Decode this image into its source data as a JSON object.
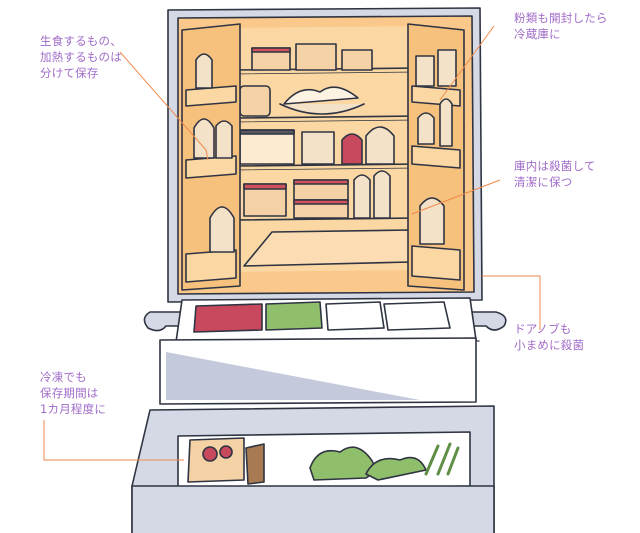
{
  "callouts": {
    "separate_storage": "生食するもの、\n加熱するものは\n分けて保存",
    "flour_after_opening": "粉類も開封したら\n冷蔵庫に",
    "sterilize_interior": "庫内は殺菌して\n清潔に保つ",
    "sterilize_door_knob": "ドアノブも\n小まめに殺菌",
    "freezer_storage": "冷凍でも\n保存期間は\n1カ月程度に"
  },
  "colors": {
    "interior": "#f9c88a",
    "outline": "#2f3442",
    "frame": "#d5d9e6",
    "shadow": "#c4c9db",
    "leader_line": "#f08a4b",
    "callout_text": "#a06cc8",
    "meat_red": "#c8485e",
    "vegetable_green": "#8fbf6a",
    "container_red": "#d0525c"
  }
}
